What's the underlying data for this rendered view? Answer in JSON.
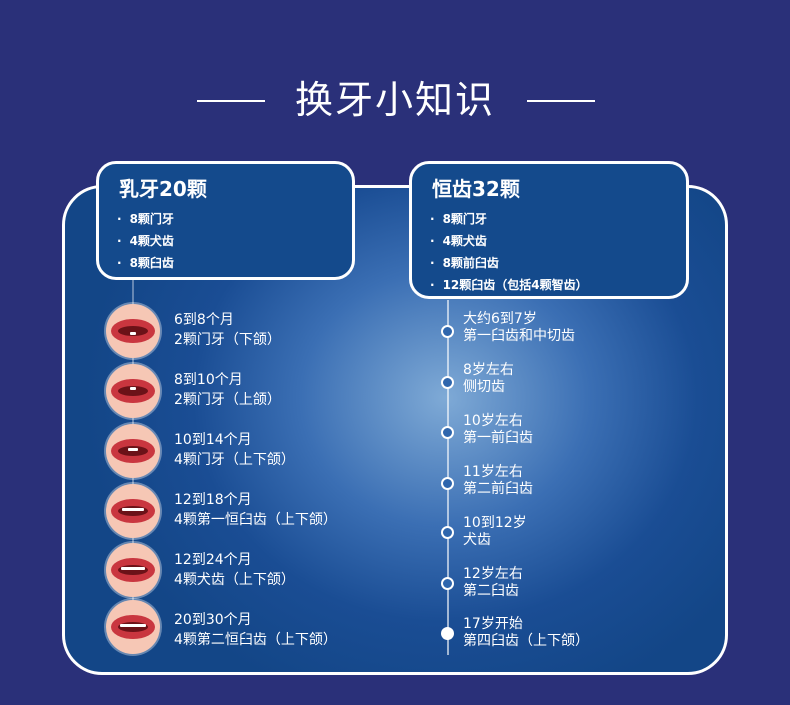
{
  "title": "换牙小知识",
  "baby_teeth": {
    "title": "乳牙20颗",
    "items": [
      "8颗门牙",
      "4颗犬齿",
      "8颗臼齿"
    ]
  },
  "permanent_teeth": {
    "title": "恒齿32颗",
    "items": [
      "8颗门牙",
      "4颗犬齿",
      "8颗前臼齿",
      "12颗臼齿（包括4颗智齿）"
    ]
  },
  "baby_timeline": [
    {
      "age": "6到8个月",
      "desc": "2颗门牙（下颌）"
    },
    {
      "age": "8到10个月",
      "desc": "2颗门牙（上颌）"
    },
    {
      "age": "10到14个月",
      "desc": "4颗门牙（上下颌）"
    },
    {
      "age": "12到18个月",
      "desc": "4颗第一恒臼齿（上下颌）"
    },
    {
      "age": "12到24个月",
      "desc": "4颗犬齿（上下颌）"
    },
    {
      "age": "20到30个月",
      "desc": "4颗第二恒臼齿（上下颌）"
    }
  ],
  "permanent_timeline": [
    {
      "age": "大约6到7岁",
      "desc": "第一臼齿和中切齿"
    },
    {
      "age": "8岁左右",
      "desc": "侧切齿"
    },
    {
      "age": "10岁左右",
      "desc": "第一前臼齿"
    },
    {
      "age": "11岁左右",
      "desc": "第二前臼齿"
    },
    {
      "age": "10到12岁",
      "desc": "犬齿"
    },
    {
      "age": "12岁左右",
      "desc": "第二臼齿"
    },
    {
      "age": "17岁开始",
      "desc": "第四臼齿（上下颌）"
    }
  ],
  "bullet": "·"
}
